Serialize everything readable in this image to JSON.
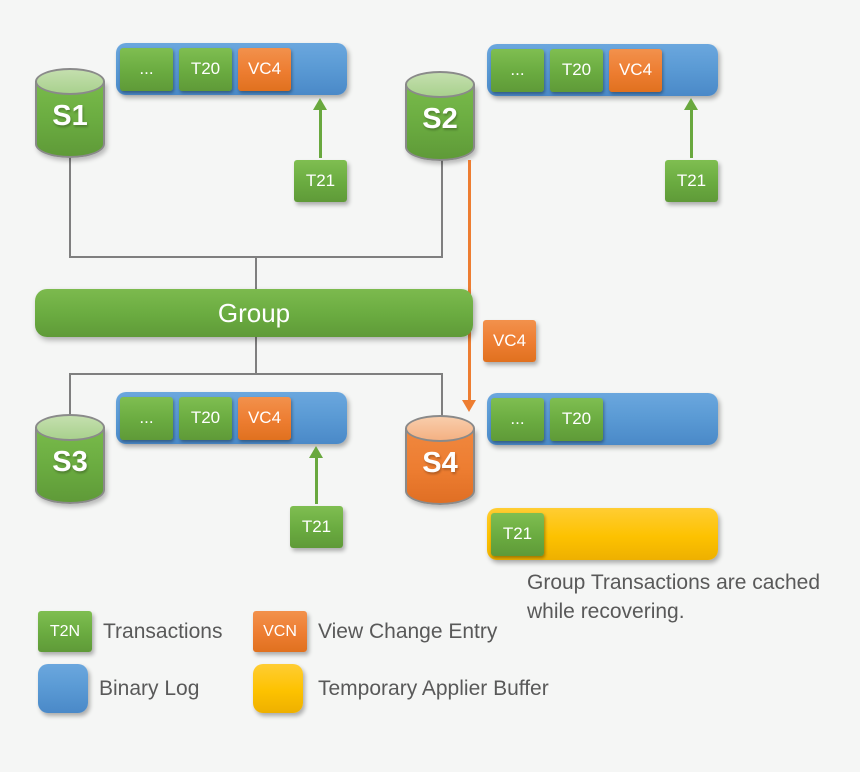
{
  "diagram": {
    "servers": {
      "s1": {
        "label": "S1"
      },
      "s2": {
        "label": "S2"
      },
      "s3": {
        "label": "S3"
      },
      "s4": {
        "label": "S4"
      }
    },
    "binlogs": {
      "s1": {
        "entries": [
          "...",
          "T20",
          "VC4"
        ]
      },
      "s2": {
        "entries": [
          "...",
          "T20",
          "VC4"
        ]
      },
      "s3": {
        "entries": [
          "...",
          "T20",
          "VC4"
        ]
      },
      "s4": {
        "entries": [
          "...",
          "T20"
        ]
      }
    },
    "incoming": {
      "s1": "T21",
      "s2": "T21",
      "s3": "T21"
    },
    "group_label": "Group",
    "in_flight_view_change": "VC4",
    "applier_buffer_entries": [
      "T21"
    ],
    "caption": "Group Transactions are cached while recovering."
  },
  "legend": {
    "transactions": {
      "swatch_label": "T2N",
      "label": "Transactions"
    },
    "view_change": {
      "swatch_label": "VCN",
      "label": "View Change Entry"
    },
    "binary_log": {
      "label": "Binary Log"
    },
    "applier_buffer": {
      "label": "Temporary Applier Buffer"
    }
  },
  "colors": {
    "green": "#70AD47",
    "blue": "#5B9BD5",
    "orange": "#ED7D31",
    "yellow": "#FFC000",
    "connector_gray": "#7F7F7F",
    "text_gray": "#595959",
    "background": "#F5F6F5"
  }
}
